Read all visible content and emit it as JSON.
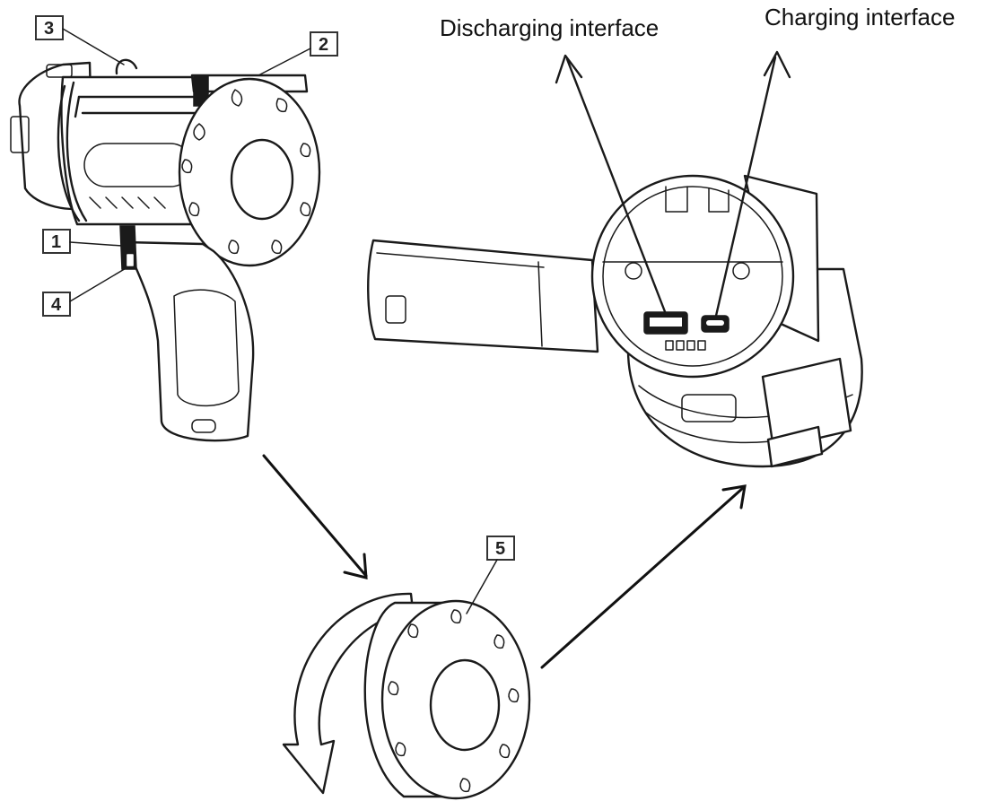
{
  "labels": {
    "discharging": "Discharging   interface",
    "charging": "Charging   interface"
  },
  "callouts": [
    "1",
    "2",
    "3",
    "4",
    "5"
  ],
  "colors": {
    "line": "#1a1a1a",
    "background": "#ffffff"
  }
}
